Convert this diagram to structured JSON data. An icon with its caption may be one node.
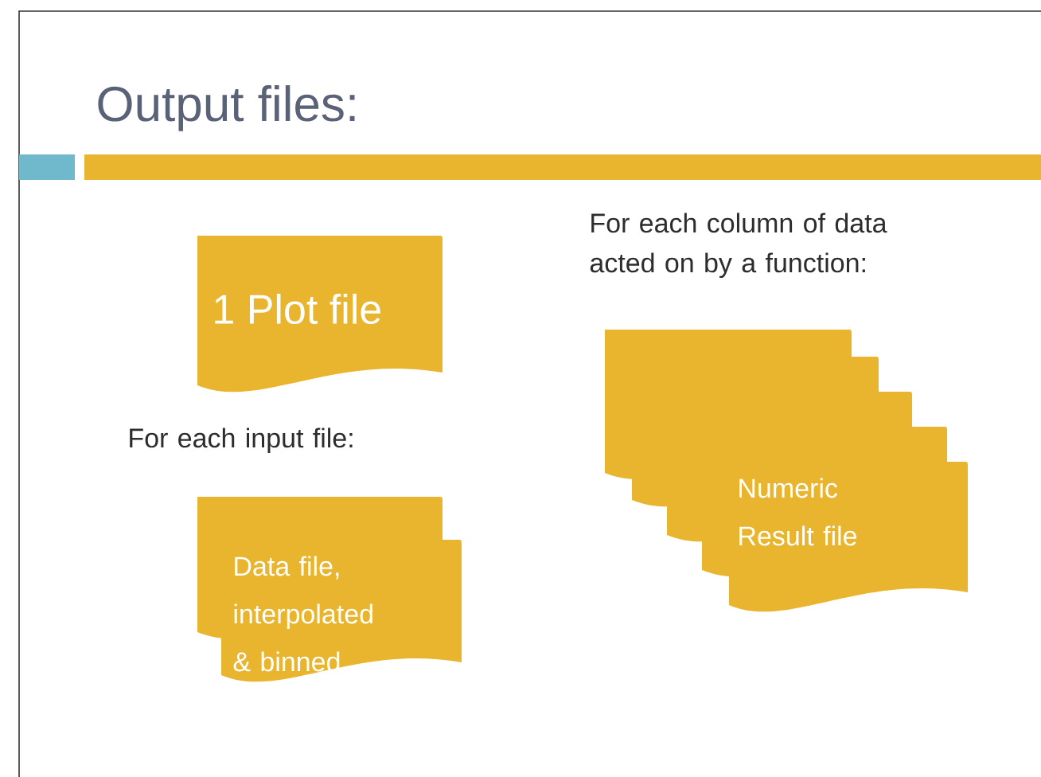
{
  "diagram": {
    "title": "Output files:",
    "nodes": [
      {
        "text": [
          "1 Plot file"
        ]
      },
      {
        "text": [],
        "shape": "document"
      },
      {
        "text": [
          "Data file, interpolated & binned"
        ]
      },
      {
        "text": [],
        "shape": "document"
      },
      {
        "text": [],
        "shape": "document"
      },
      {
        "text": [],
        "shape": "document"
      },
      {
        "text": [],
        "shape": "document"
      },
      {
        "text": [
          "Numeric Result file"
        ]
      }
    ],
    "labels": [
      "For each input file:",
      "For each column of data acted on by a function:"
    ]
  }
}
